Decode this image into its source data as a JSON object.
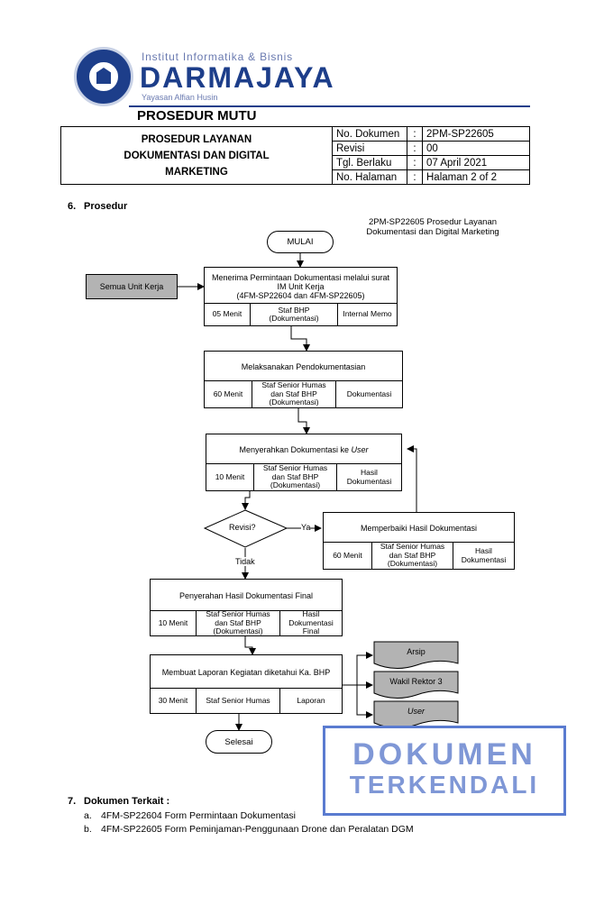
{
  "header": {
    "institute": "Institut Informatika & Bisnis",
    "brand": "DARMAJAYA",
    "foundation": "Yayasan Alfian Husin",
    "doc_category": "PROSEDUR MUTU"
  },
  "title_block": {
    "title_line1": "PROSEDUR LAYANAN",
    "title_line2": "DOKUMENTASI DAN DIGITAL",
    "title_line3": "MARKETING",
    "meta": [
      {
        "key": "No. Dokumen",
        "value": "2PM-SP22605"
      },
      {
        "key": "Revisi",
        "value": "00"
      },
      {
        "key": "Tgl. Berlaku",
        "value": "07 April 2021"
      },
      {
        "key": "No. Halaman",
        "value": "Halaman 2 of 2"
      }
    ],
    "separator": ":"
  },
  "section6": {
    "number": "6.",
    "title": "Prosedur"
  },
  "flowchart": {
    "reference_line1": "2PM-SP22605 Prosedur Layanan",
    "reference_line2": "Dokumentasi dan Digital Marketing",
    "start": "MULAI",
    "end": "Selesai",
    "input_source": "Semua Unit Kerja",
    "steps": [
      {
        "activity_l1": "Menerima Permintaan Dokumentasi melalui surat",
        "activity_l2": "IM Unit Kerja",
        "activity_l3": "(4FM-SP22604 dan 4FM-SP22605)",
        "time": "05 Menit",
        "actor_l1": "Staf BHP",
        "actor_l2": "(Dokumentasi)",
        "output": "Internal Memo"
      },
      {
        "activity_l1": "Melaksanakan Pendokumentasian",
        "time": "60 Menit",
        "actor_l1": "Staf Senior Humas",
        "actor_l2": "dan Staf BHP",
        "actor_l3": "(Dokumentasi)",
        "output": "Dokumentasi"
      },
      {
        "activity_l1": "Menyerahkan Dokumentasi ke ",
        "activity_em": "User",
        "time": "10 Menit",
        "actor_l1": "Staf Senior Humas",
        "actor_l2": "dan Staf BHP",
        "actor_l3": "(Dokumentasi)",
        "output_l1": "Hasil",
        "output_l2": "Dokumentasi"
      },
      {
        "activity_l1": "Memperbaiki Hasil Dokumentasi",
        "time": "60 Menit",
        "actor_l1": "Staf Senior Humas",
        "actor_l2": "dan Staf BHP",
        "actor_l3": "(Dokumentasi)",
        "output_l1": "Hasil",
        "output_l2": "Dokumentasi"
      },
      {
        "activity_l1": "Penyerahan Hasil Dokumentasi Final",
        "time": "10 Menit",
        "actor_l1": "Staf Senior Humas",
        "actor_l2": "dan Staf BHP",
        "actor_l3": "(Dokumentasi)",
        "output_l1": "Hasil",
        "output_l2": "Dokumentasi",
        "output_l3": "Final"
      },
      {
        "activity_l1": "Membuat Laporan Kegiatan diketahui Ka. BHP",
        "time": "30 Menit",
        "actor_l1": "Staf Senior Humas",
        "output": "Laporan"
      }
    ],
    "decision": "Revisi?",
    "decision_yes": "Ya",
    "decision_no": "Tidak",
    "distribution": [
      "Arsip",
      "Wakil Rektor 3",
      "User"
    ]
  },
  "stamp": {
    "line1": "DOKUMEN",
    "line2": "TERKENDALI"
  },
  "section7": {
    "number": "7.",
    "title": "Dokumen Terkait :",
    "items": [
      {
        "marker": "a.",
        "text": "4FM-SP22604 Form Permintaan Dokumentasi"
      },
      {
        "marker": "b.",
        "text": "4FM-SP22605 Form Peminjaman-Penggunaan Drone dan Peralatan DGM"
      }
    ]
  },
  "colors": {
    "brand_blue": "#1d3e8a",
    "stamp_blue": "#5a7bd0",
    "input_gray": "#b3b3b3"
  }
}
